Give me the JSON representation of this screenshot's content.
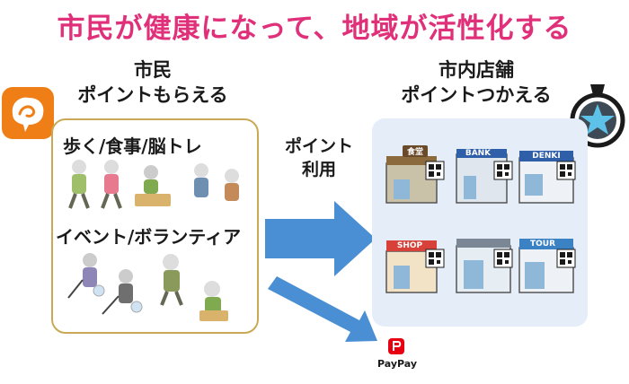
{
  "title": "市民が健康になって、地域が活性化する",
  "colors": {
    "title": "#e0307a",
    "box_border": "#c9a955",
    "store_panel": "#e4edf8",
    "arrow": "#4a8fd4",
    "app_icon": "#f07e16",
    "paypay": "#e60012"
  },
  "citizen": {
    "line1": "市民",
    "line2": "ポイントもらえる"
  },
  "stores": {
    "line1": "市内店舗",
    "line2": "ポイントつかえる"
  },
  "activities": {
    "health": "歩く/食事/脳トレ",
    "volunteer": "イベント/ボランティア"
  },
  "arrow_label": {
    "line1": "ポイント",
    "line2": "利用"
  },
  "store_signs": {
    "shokudo": "食堂",
    "bank": "BANK",
    "denki": "DENKI",
    "shop": "SHOP",
    "tour": "TOUR"
  },
  "paypay": "PayPay",
  "icons": [
    "app-mascot-icon",
    "star-medal-icon",
    "qr-code-icon",
    "paypay-icon"
  ]
}
